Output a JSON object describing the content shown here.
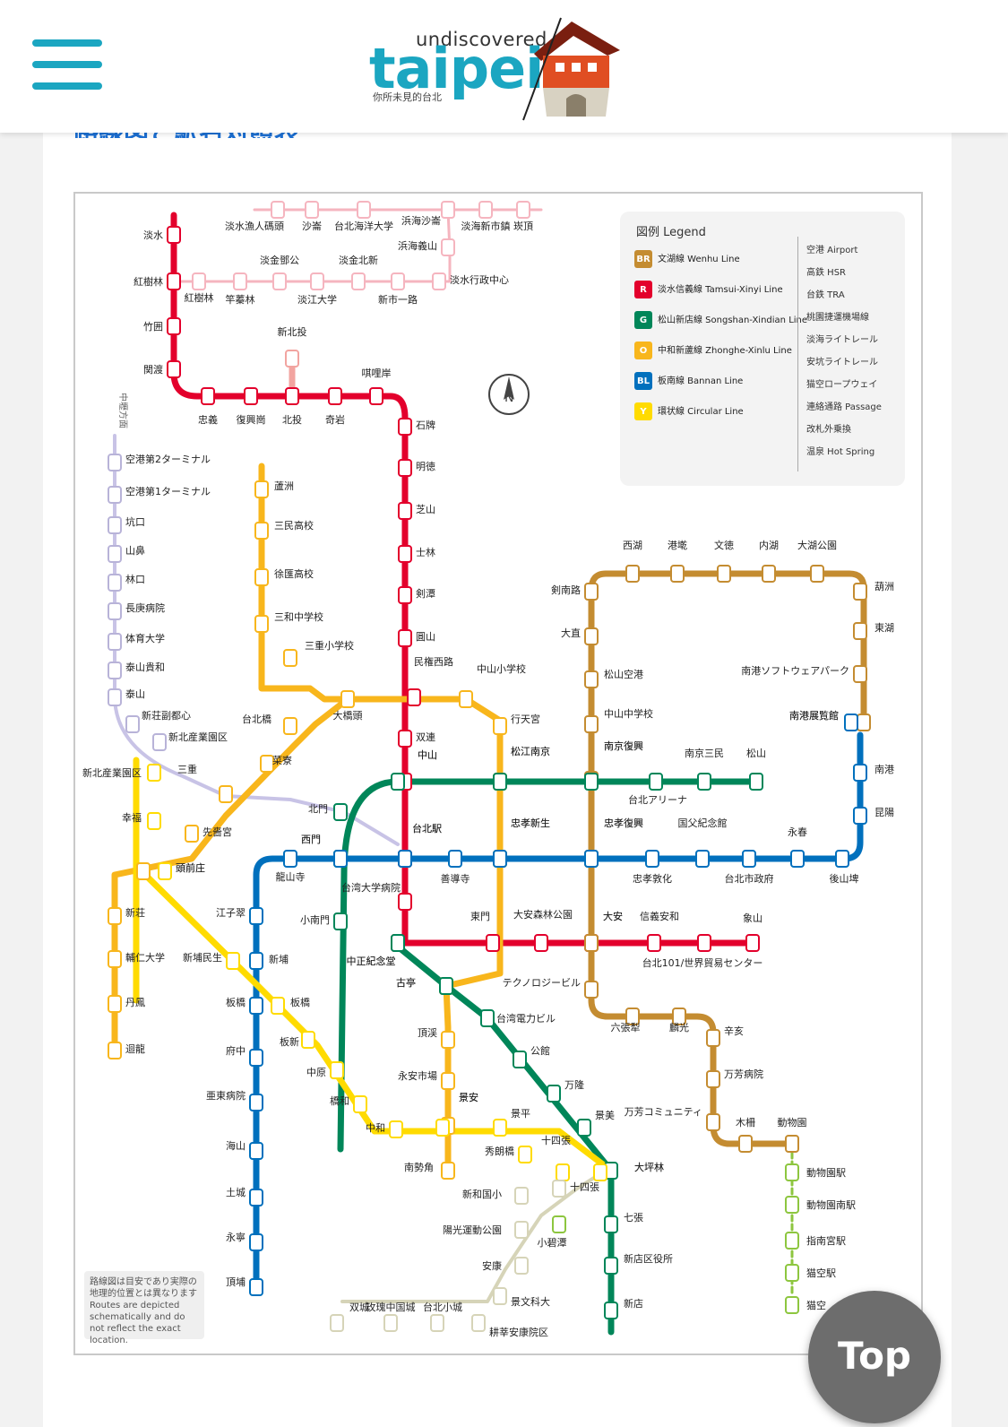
{
  "header": {
    "menu_icon": "hamburger-icon",
    "logo_small": "undiscovered",
    "logo_big": "taipei",
    "logo_sub": "你所未見的台北"
  },
  "article": {
    "link_text": "路線図と駅名対照表"
  },
  "map": {
    "legend": {
      "title": "図例 Legend",
      "lines": [
        {
          "code": "BR",
          "name": "文湖線",
          "en": "Wenhu Line",
          "color": "#c48c31"
        },
        {
          "code": "R",
          "name": "淡水信義線",
          "en": "Tamsui-Xinyi Line",
          "color": "#e3002c"
        },
        {
          "code": "G",
          "name": "松山新店線",
          "en": "Songshan-Xindian Line",
          "color": "#008659"
        },
        {
          "code": "O",
          "name": "中和新蘆線",
          "en": "Zhonghe-Xinlu Line",
          "color": "#f8b61c"
        },
        {
          "code": "BL",
          "name": "板南線",
          "en": "Bannan Line",
          "color": "#0070bd"
        },
        {
          "code": "Y",
          "name": "環状線",
          "en": "Circular Line",
          "color": "#ffdb00"
        }
      ],
      "symbols": [
        "空港 Airport",
        "高鉄 HSR",
        "台鉄 TRA",
        "桃園捷運機場線",
        "淡海ライトレール",
        "安坑ライトレール",
        "猫空ロープウェイ",
        "連絡通路 Passage",
        "改札外乗換",
        "温泉 Hot Spring"
      ]
    },
    "note": "路線図は目安であり実際の地理的位置とは異なります Routes are depicted schematically and do not reflect the exact location.",
    "stations": {
      "r28": "淡水",
      "r27": "紅樹林",
      "r26": "竹囲",
      "r25": "関渡",
      "r24": "忠義",
      "r23": "復興崗",
      "r22": "北投",
      "r21": "奇岩",
      "r20": "唭哩岸",
      "r19": "石牌",
      "r18": "明徳",
      "r17": "芝山",
      "r16": "士林",
      "r15": "剣潭",
      "r14": "圓山",
      "r13": "民権西路",
      "r12": "双連",
      "r11": "中山",
      "r10": "台北駅",
      "r09": "台湾大学病院",
      "r08": "中正紀念堂",
      "r07": "東門",
      "r06": "大安森林公園",
      "r05": "大安",
      "r04": "信義安和",
      "r03": "台北101/世界貿易センター",
      "r02": "象山",
      "r22a": "新北投",
      "o54": "蘆洲",
      "o53": "三民高校",
      "o52": "徐匯高校",
      "o51": "三和中学校",
      "o50": "三重小学校",
      "o12": "大橋頭",
      "o13": "台北橋",
      "o14": "菜寮",
      "o15": "三重",
      "o16": "先嗇宮",
      "o17": "頭前庄",
      "o18": "新荘",
      "o19": "輔仁大学",
      "o20": "丹鳳",
      "o21": "迴龍",
      "o10": "中山小学校",
      "o09": "行天宮",
      "o08": "松江南京",
      "o07": "忠孝新生",
      "o06": "古亭",
      "o05": "頂渓",
      "o04": "永安市場",
      "o03": "景安",
      "o02": "南勢角",
      "br24": "南港展覧館",
      "br23": "南港ソフトウェアパーク",
      "br22": "東湖",
      "br21": "葫洲",
      "br20": "大湖公園",
      "br19": "内湖",
      "br18": "文徳",
      "br17": "港墘",
      "br16": "西湖",
      "br15": "剣南路",
      "br14": "大直",
      "br13": "松山空港",
      "br12": "中山中学校",
      "br11": "南京復興",
      "br10": "忠孝復興",
      "br09": "大安",
      "br08": "テクノロジービル",
      "br07": "六張犁",
      "br06": "麟光",
      "br05": "辛亥",
      "br04": "万芳病院",
      "br03": "万芳コミュニティ",
      "br02": "木柵",
      "br01": "動物園",
      "g19": "松山",
      "g18": "南京三民",
      "g17": "台北アリーナ",
      "g16": "南京復興",
      "g15": "松江南京",
      "g14": "中山",
      "g13": "北門",
      "g12": "西門",
      "g11": "小南門",
      "g10": "中正紀念堂",
      "g09": "古亭",
      "g08": "台湾電力ビル",
      "g07": "公館",
      "g06": "万隆",
      "g05": "景美",
      "g04": "大坪林",
      "g03": "七張",
      "g03a": "小碧潭",
      "g02": "新店区役所",
      "g01": "新店",
      "bl23": "南港展覧館",
      "bl22": "南港",
      "bl21": "昆陽",
      "bl20": "後山埤",
      "bl19": "永春",
      "bl18": "台北市政府",
      "bl17": "国父紀念館",
      "bl16": "忠孝敦化",
      "bl15": "忠孝復興",
      "bl14": "忠孝新生",
      "bl13": "善導寺",
      "bl12": "台北駅",
      "bl11": "西門",
      "bl10": "龍山寺",
      "bl09": "江子翠",
      "bl08": "新埔",
      "bl07": "板橋",
      "bl06": "府中",
      "bl05": "亜東病院",
      "bl04": "海山",
      "bl03": "土城",
      "bl02": "永寧",
      "bl01": "頂埔",
      "y20": "新北産業園区",
      "y19": "幸福",
      "y18": "頭前庄",
      "y17": "新埔民生",
      "y16": "板橋",
      "y15": "板新",
      "y14": "中原",
      "y13": "橋和",
      "y12": "中和",
      "y11": "景安",
      "y10": "景平",
      "y09": "秀朗橋",
      "y08": "十四張",
      "y07": "大坪林",
      "a13": "空港第2ターミナル",
      "a12": "空港第1ターミナル",
      "a11": "坑口",
      "a10": "山鼻",
      "a9": "林口",
      "a8": "長庚病院",
      "a7": "体育大学",
      "a6": "泰山貴和",
      "a5": "泰山",
      "a4": "新荘副都心",
      "a3": "新北産業園区",
      "v01": "紅樹林",
      "v02": "竿蓁林",
      "v03": "淡金鄧公",
      "v04": "淡江大学",
      "v05": "淡金北新",
      "v06": "新市一路",
      "v07": "淡水行政中心",
      "v08": "浜海義山",
      "v09": "浜海沙崙",
      "v10": "淡海新市鎮",
      "v11": "崁頂",
      "v26": "淡水漁人碼頭",
      "v27": "沙崙",
      "v28": "台北海洋大学",
      "k01": "双城",
      "k02": "玫瑰中国城",
      "k03": "台北小城",
      "k04": "耕莘安康院区",
      "k05": "景文科大",
      "k06": "安康",
      "k07": "陽光運動公園",
      "k08": "新和国小",
      "k09": "十四張",
      "mk1": "動物園駅",
      "mk2": "動物園南駅",
      "mk3": "指南宮駅",
      "mk4": "猫空駅",
      "mk5": "猫空",
      "orient": "中壢方面"
    }
  },
  "top_button": {
    "label": "Top"
  }
}
